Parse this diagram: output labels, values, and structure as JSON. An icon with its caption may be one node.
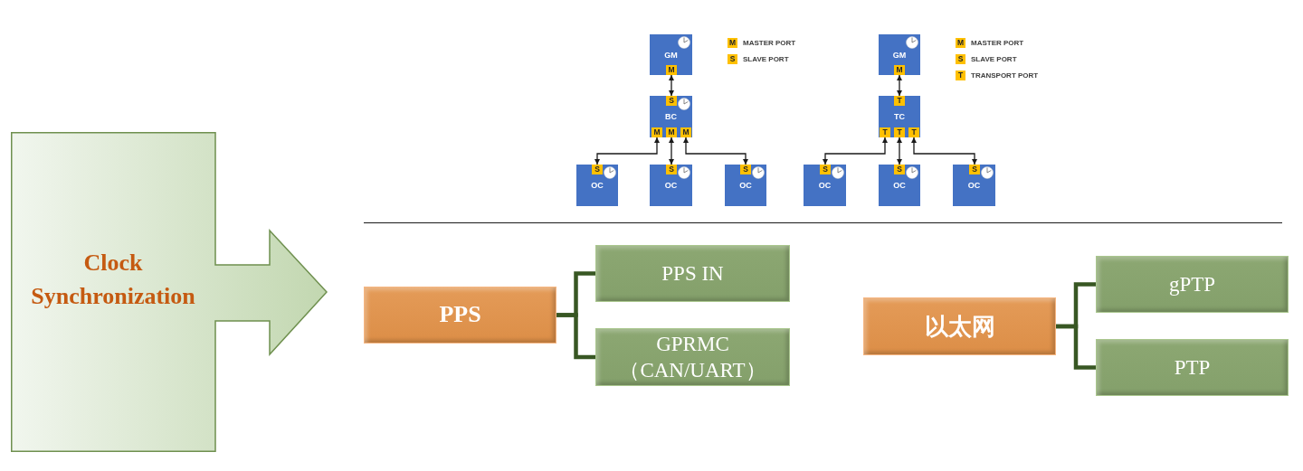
{
  "diagram": {
    "nodes": [
      {
        "text": [
          "Clock Synchronization"
        ]
      },
      {
        "text": [
          "GM"
        ]
      },
      {
        "text": [
          "M"
        ],
        "in": 1
      },
      {
        "text": [
          "BC"
        ]
      },
      {
        "text": [
          "S"
        ],
        "in": 3
      },
      {
        "text": [
          "M"
        ],
        "in": 3
      },
      {
        "text": [
          "M"
        ],
        "in": 3
      },
      {
        "text": [
          "M"
        ],
        "in": 3
      },
      {
        "text": [
          "OC"
        ]
      },
      {
        "text": [
          "S"
        ],
        "in": 8
      },
      {
        "text": [
          "OC"
        ]
      },
      {
        "text": [
          "S"
        ],
        "in": 10
      },
      {
        "text": [
          "OC"
        ]
      },
      {
        "text": [
          "S"
        ],
        "in": 12
      },
      {
        "text": [
          "M"
        ],
        "beside": [
          "MASTER PORT"
        ]
      },
      {
        "text": [
          "S"
        ],
        "beside": [
          "SLAVE PORT"
        ]
      },
      {
        "text": [
          "GM"
        ]
      },
      {
        "text": [
          "M"
        ],
        "in": 16
      },
      {
        "text": [
          "TC"
        ]
      },
      {
        "text": [
          "T"
        ],
        "in": 18
      },
      {
        "text": [
          "T"
        ],
        "in": 18
      },
      {
        "text": [
          "T"
        ],
        "in": 18
      },
      {
        "text": [
          "T"
        ],
        "in": 18
      },
      {
        "text": [
          "OC"
        ]
      },
      {
        "text": [
          "S"
        ],
        "in": 23
      },
      {
        "text": [
          "OC"
        ]
      },
      {
        "text": [
          "S"
        ],
        "in": 25
      },
      {
        "text": [
          "OC"
        ]
      },
      {
        "text": [
          "S"
        ],
        "in": 27
      },
      {
        "text": [
          "M"
        ],
        "beside": [
          "MASTER PORT"
        ]
      },
      {
        "text": [
          "S"
        ],
        "beside": [
          "SLAVE PORT"
        ]
      },
      {
        "text": [
          "T"
        ],
        "beside": [
          "TRANSPORT PORT"
        ]
      },
      {
        "text": [
          "PPS"
        ]
      },
      {
        "text": [
          "PPS IN"
        ]
      },
      {
        "text": [
          "GPRMC （CAN/UART）"
        ]
      },
      {
        "text": [
          "以太网"
        ]
      },
      {
        "text": [
          "gPTP"
        ]
      },
      {
        "text": [
          "PTP"
        ]
      }
    ],
    "edges": [
      {
        "from": 2,
        "to": 4,
        "arrow": "both"
      },
      {
        "from": 5,
        "to": 9,
        "arrow": "both"
      },
      {
        "from": 6,
        "to": 11,
        "arrow": "both"
      },
      {
        "from": 7,
        "to": 13,
        "arrow": "both"
      },
      {
        "from": 17,
        "to": 19,
        "arrow": "both"
      },
      {
        "from": 20,
        "to": 24,
        "arrow": "both"
      },
      {
        "from": 21,
        "to": 26,
        "arrow": "both"
      },
      {
        "from": 22,
        "to": 28,
        "arrow": "both"
      },
      {
        "from": 32,
        "to": 33,
        "arrow": "none",
        "style": "thick",
        "color": "#385723"
      },
      {
        "from": 32,
        "to": 34,
        "arrow": "none",
        "style": "thick",
        "color": "#385723"
      },
      {
        "from": 35,
        "to": 36,
        "arrow": "none",
        "style": "thick",
        "color": "#385723"
      },
      {
        "from": 35,
        "to": 37,
        "arrow": "none",
        "style": "thick",
        "color": "#385723"
      }
    ]
  }
}
